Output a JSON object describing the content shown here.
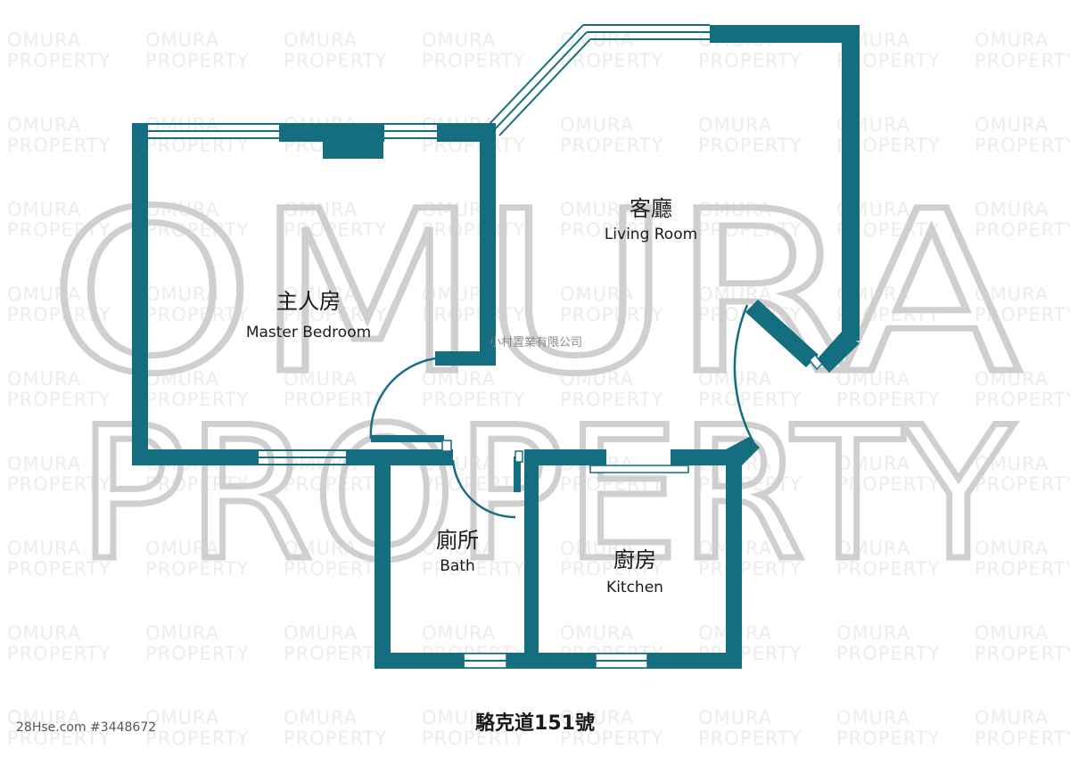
{
  "watermark": {
    "line1": "OMURA",
    "line2": "PROPERTY"
  },
  "rooms": {
    "master_bedroom": {
      "zh": "主人房",
      "en": "Master Bedroom"
    },
    "living_room": {
      "zh": "客廳",
      "en": "Living Room"
    },
    "bath": {
      "zh": "廁所",
      "en": "Bath"
    },
    "kitchen": {
      "zh": "廚房",
      "en": "Kitchen"
    }
  },
  "company": "小村置業有限公司",
  "address": "駱克道151號",
  "listing": "28Hse.com #3448672",
  "colors": {
    "wall": "#146e80",
    "watermark": "#cfcfcf"
  }
}
